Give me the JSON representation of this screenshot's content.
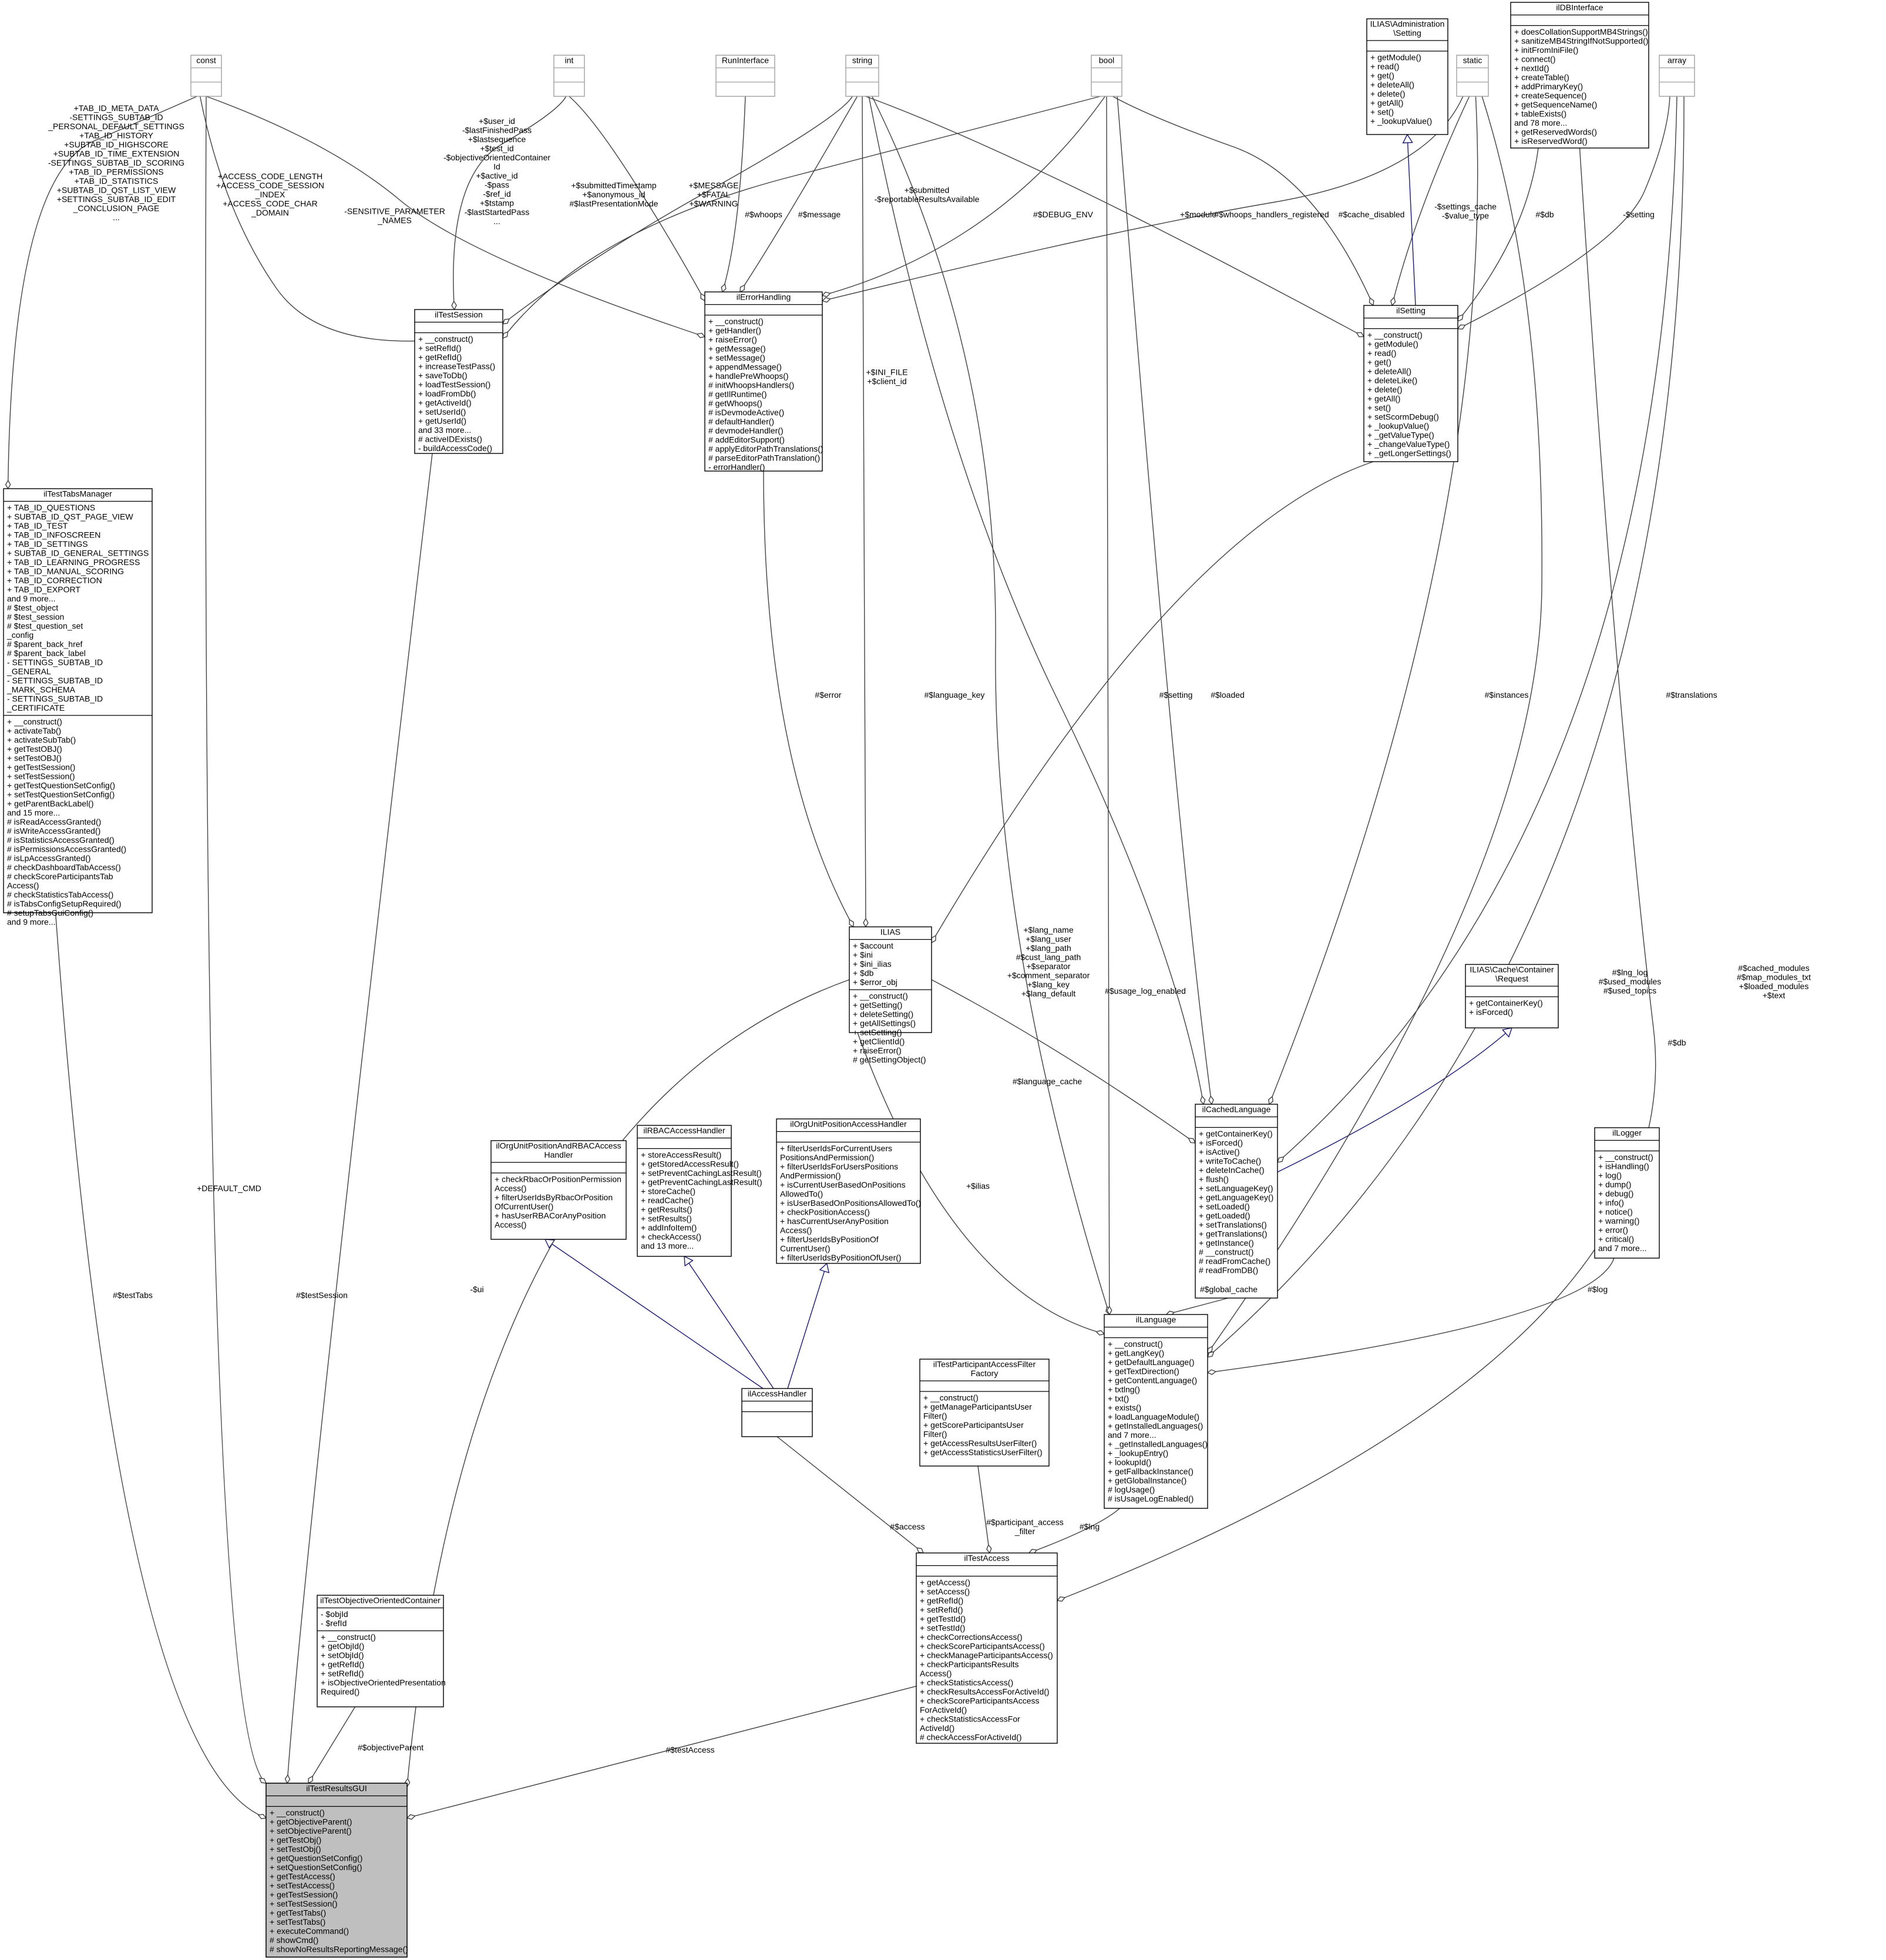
{
  "classes": [
    {
      "id": "const",
      "title": "const",
      "attrs": [],
      "methods": [],
      "stub": true
    },
    {
      "id": "int",
      "title": "int",
      "attrs": [],
      "methods": [],
      "stub": true
    },
    {
      "id": "RunInterface",
      "title": "RunInterface",
      "attrs": [],
      "methods": [],
      "stub": true
    },
    {
      "id": "string",
      "title": "string",
      "attrs": [],
      "methods": [],
      "stub": true
    },
    {
      "id": "bool",
      "title": "bool",
      "attrs": [],
      "methods": [],
      "stub": true
    },
    {
      "id": "static",
      "title": "static",
      "attrs": [],
      "methods": [],
      "stub": true
    },
    {
      "id": "array",
      "title": "array",
      "attrs": [],
      "methods": [],
      "stub": true
    },
    {
      "id": "AdminSetting",
      "title": [
        "ILIAS\\Administration",
        "\\Setting"
      ],
      "attrs": [],
      "methods": [
        "+ getModule()",
        "+ read()",
        "+ get()",
        "+ deleteAll()",
        "+ delete()",
        "+ getAll()",
        "+ set()",
        "+ _lookupValue()"
      ]
    },
    {
      "id": "ilDBInterface",
      "title": "ilDBInterface",
      "attrs": [],
      "methods": [
        "+ doesCollationSupportMB4Strings()",
        "+ sanitizeMB4StringIfNotSupported()",
        "+ initFromIniFile()",
        "+ connect()",
        "+ nextId()",
        "+ createTable()",
        "+ addPrimaryKey()",
        "+ createSequence()",
        "+ getSequenceName()",
        "+ tableExists()",
        "and 78 more...",
        "+ getReservedWords()",
        "+ isReservedWord()"
      ]
    },
    {
      "id": "ilTestSession",
      "title": "ilTestSession",
      "attrs": [],
      "methods": [
        "+ __construct()",
        "+ setRefId()",
        "+ getRefId()",
        "+ increaseTestPass()",
        "+ saveToDb()",
        "+ loadTestSession()",
        "+ loadFromDb()",
        "+ getActiveId()",
        "+ setUserId()",
        "+ getUserId()",
        "and 33 more...",
        "# activeIDExists()",
        "- buildAccessCode()"
      ]
    },
    {
      "id": "ilErrorHandling",
      "title": "ilErrorHandling",
      "attrs": [],
      "methods": [
        "+ __construct()",
        "+ getHandler()",
        "+ raiseError()",
        "+ getMessage()",
        "+ setMessage()",
        "+ appendMessage()",
        "+ handlePreWhoops()",
        "# initWhoopsHandlers()",
        "# getIlRuntime()",
        "# getWhoops()",
        "# isDevmodeActive()",
        "# defaultHandler()",
        "# devmodeHandler()",
        "# addEditorSupport()",
        "# applyEditorPathTranslations()",
        "# parseEditorPathTranslation()",
        "- errorHandler()"
      ]
    },
    {
      "id": "ilSetting",
      "title": "ilSetting",
      "attrs": [],
      "methods": [
        "+ __construct()",
        "+ getModule()",
        "+ read()",
        "+ get()",
        "+ deleteAll()",
        "+ deleteLike()",
        "+ delete()",
        "+ getAll()",
        "+ set()",
        "+ setScormDebug()",
        "+ _lookupValue()",
        "+ _getValueType()",
        "+ _changeValueType()",
        "+ _getLongerSettings()"
      ]
    },
    {
      "id": "ilTestTabsManager",
      "title": "ilTestTabsManager",
      "attrs": [
        "+ TAB_ID_QUESTIONS",
        "+ SUBTAB_ID_QST_PAGE_VIEW",
        "+ TAB_ID_TEST",
        "+ TAB_ID_INFOSCREEN",
        "+ TAB_ID_SETTINGS",
        "+ SUBTAB_ID_GENERAL_SETTINGS",
        "+ TAB_ID_LEARNING_PROGRESS",
        "+ TAB_ID_MANUAL_SCORING",
        "+ TAB_ID_CORRECTION",
        "+ TAB_ID_EXPORT",
        "and 9 more...",
        "# $test_object",
        "# $test_session",
        "# $test_question_set",
        "_config",
        "# $parent_back_href",
        "# $parent_back_label",
        "- SETTINGS_SUBTAB_ID",
        "_GENERAL",
        "- SETTINGS_SUBTAB_ID",
        "_MARK_SCHEMA",
        "- SETTINGS_SUBTAB_ID",
        "_CERTIFICATE"
      ],
      "methods": [
        "+ __construct()",
        "+ activateTab()",
        "+ activateSubTab()",
        "+ getTestOBJ()",
        "+ setTestOBJ()",
        "+ getTestSession()",
        "+ setTestSession()",
        "+ getTestQuestionSetConfig()",
        "+ setTestQuestionSetConfig()",
        "+ getParentBackLabel()",
        "and 15 more...",
        "# isReadAccessGranted()",
        "# isWriteAccessGranted()",
        "# isStatisticsAccessGranted()",
        "# isPermissionsAccessGranted()",
        "# isLpAccessGranted()",
        "# checkDashboardTabAccess()",
        "# checkScoreParticipantsTab",
        "Access()",
        "# checkStatisticsTabAccess()",
        "# isTabsConfigSetupRequired()",
        "# setupTabsGuiConfig()",
        "and 9 more..."
      ]
    },
    {
      "id": "ILIAS",
      "title": "ILIAS",
      "attrs": [
        "+ $account",
        "+ $ini",
        "+ $ini_ilias",
        "+ $db",
        "+ $error_obj"
      ],
      "methods": [
        "+ __construct()",
        "+ getSetting()",
        "+ deleteSetting()",
        "+ getAllSettings()",
        "+ setSetting()",
        "+ getClientId()",
        "+ raiseError()",
        "# getSettingObject()"
      ]
    },
    {
      "id": "CacheRequest",
      "title": [
        "ILIAS\\Cache\\Container",
        "\\Request"
      ],
      "attrs": [],
      "methods": [
        "+ getContainerKey()",
        "+ isForced()"
      ]
    },
    {
      "id": "ilCachedLanguage",
      "title": "ilCachedLanguage",
      "attrs": [],
      "methods": [
        "+ getContainerKey()",
        "+ isForced()",
        "+ isActive()",
        "+ writeToCache()",
        "+ deleteInCache()",
        "+ flush()",
        "+ setLanguageKey()",
        "+ getLanguageKey()",
        "+ setLoaded()",
        "+ getLoaded()",
        "+ setTranslations()",
        "+ getTranslations()",
        "+ getInstance()",
        "# __construct()",
        "# readFromCache()",
        "# readFromDB()"
      ]
    },
    {
      "id": "ilOrgUnitPositionAndRBACAccessHandler",
      "title": [
        "ilOrgUnitPositionAndRBACAccess",
        "Handler"
      ],
      "attrs": [],
      "methods": [
        "+ checkRbacOrPositionPermission",
        "Access()",
        "+ filterUserIdsByRbacOrPosition",
        "OfCurrentUser()",
        "+ hasUserRBACorAnyPosition",
        "Access()"
      ]
    },
    {
      "id": "ilRBACAccessHandler",
      "title": "ilRBACAccessHandler",
      "attrs": [],
      "methods": [
        "+ storeAccessResult()",
        "+ getStoredAccessResult()",
        "+ setPreventCachingLastResult()",
        "+ getPreventCachingLastResult()",
        "+ storeCache()",
        "+ readCache()",
        "+ getResults()",
        "+ setResults()",
        "+ addInfoItem()",
        "+ checkAccess()",
        "and 13 more..."
      ]
    },
    {
      "id": "ilOrgUnitPositionAccessHandler",
      "title": "ilOrgUnitPositionAccessHandler",
      "attrs": [],
      "methods": [
        "+ filterUserIdsForCurrentUsers",
        "PositionsAndPermission()",
        "+ filterUserIdsForUsersPositions",
        "AndPermission()",
        "+ isCurrentUserBasedOnPositions",
        "AllowedTo()",
        "+ isUserBasedOnPositionsAllowedTo()",
        "+ checkPositionAccess()",
        "+ hasCurrentUserAnyPosition",
        "Access()",
        "+ filterUserIdsByPositionOf",
        "CurrentUser()",
        "+ filterUserIdsByPositionOfUser()"
      ]
    },
    {
      "id": "ilLogger",
      "title": "ilLogger",
      "attrs": [],
      "methods": [
        "+ __construct()",
        "+ isHandling()",
        "+ log()",
        "+ dump()",
        "+ debug()",
        "+ info()",
        "+ notice()",
        "+ warning()",
        "+ error()",
        "+ critical()",
        "and 7 more..."
      ]
    },
    {
      "id": "ilAccessHandler",
      "title": "ilAccessHandler",
      "attrs": [],
      "methods": []
    },
    {
      "id": "ilLanguage",
      "title": "ilLanguage",
      "attrs": [],
      "methods": [
        "+ __construct()",
        "+ getLangKey()",
        "+ getDefaultLanguage()",
        "+ getTextDirection()",
        "+ getContentLanguage()",
        "+ txtlng()",
        "+ txt()",
        "+ exists()",
        "+ loadLanguageModule()",
        "+ getInstalledLanguages()",
        "and 7 more...",
        "+ _getInstalledLanguages()",
        "+ _lookupEntry()",
        "+ lookupId()",
        "+ getFallbackInstance()",
        "+ getGlobalInstance()",
        "# logUsage()",
        "# isUsageLogEnabled()"
      ]
    },
    {
      "id": "ilTestParticipantAccessFilterFactory",
      "title": [
        "ilTestParticipantAccessFilter",
        "Factory"
      ],
      "attrs": [],
      "methods": [
        "+ __construct()",
        "+ getManageParticipantsUser",
        "Filter()",
        "+ getScoreParticipantsUser",
        "Filter()",
        "+ getAccessResultsUserFilter()",
        "+ getAccessStatisticsUserFilter()"
      ]
    },
    {
      "id": "ilTestAccess",
      "title": "ilTestAccess",
      "attrs": [],
      "methods": [
        "+ getAccess()",
        "+ setAccess()",
        "+ getRefId()",
        "+ setRefId()",
        "+ getTestId()",
        "+ setTestId()",
        "+ checkCorrectionsAccess()",
        "+ checkScoreParticipantsAccess()",
        "+ checkManageParticipantsAccess()",
        "+ checkParticipantsResults",
        "Access()",
        "+ checkStatisticsAccess()",
        "+ checkResultsAccessForActiveId()",
        "+ checkScoreParticipantsAccess",
        "ForActiveId()",
        "+ checkStatisticsAccessFor",
        "ActiveId()",
        "# checkAccessForActiveId()"
      ]
    },
    {
      "id": "ilTestObjectiveOrientedContainer",
      "title": "ilTestObjectiveOrientedContainer",
      "attrs": [
        "- $objId",
        "- $refId"
      ],
      "methods": [
        "+ __construct()",
        "+ getObjId()",
        "+ setObjId()",
        "+ getRefId()",
        "+ setRefId()",
        "+ isObjectiveOrientedPresentation",
        "Required()"
      ]
    },
    {
      "id": "ilTestResultsGUI",
      "title": "ilTestResultsGUI",
      "attrs": [],
      "methods": [
        "+ __construct()",
        "+ getObjectiveParent()",
        "+ setObjectiveParent()",
        "+ getTestObj()",
        "+ setTestObj()",
        "+ getQuestionSetConfig()",
        "+ setQuestionSetConfig()",
        "+ getTestAccess()",
        "+ setTestAccess()",
        "+ getTestSession()",
        "+ setTestSession()",
        "+ getTestTabs()",
        "+ setTestTabs()",
        "+ executeCommand()",
        "# showCmd()",
        "# showNoResultsReportingMessage()"
      ]
    }
  ],
  "edge_labels": [
    {
      "id": "lbl_tabs_const",
      "lines": [
        "+TAB_ID_META_DATA",
        "-SETTINGS_SUBTAB_ID",
        "_PERSONAL_DEFAULT_SETTINGS",
        "+TAB_ID_HISTORY",
        "+SUBTAB_ID_HIGHSCORE",
        "+SUBTAB_ID_TIME_EXTENSION",
        "-SETTINGS_SUBTAB_ID_SCORING",
        "+TAB_ID_PERMISSIONS",
        "+TAB_ID_STATISTICS",
        "+SUBTAB_ID_QST_LIST_VIEW",
        "+SETTINGS_SUBTAB_ID_EDIT",
        "_CONCLUSION_PAGE",
        "..."
      ]
    },
    {
      "id": "lbl_session_const",
      "lines": [
        "+ACCESS_CODE_LENGTH",
        "+ACCESS_CODE_SESSION",
        "_INDEX",
        "+ACCESS_CODE_CHAR",
        "_DOMAIN"
      ]
    },
    {
      "id": "lbl_err_const",
      "lines": [
        "-SENSITIVE_PARAMETER",
        "_NAMES"
      ]
    },
    {
      "id": "lbl_session_int",
      "lines": [
        "+$user_id",
        "-$lastFinishedPass",
        "+$lastsequence",
        "+$test_id",
        "-$objectiveOrientedContainer",
        "Id",
        "+$active_id",
        "-$pass",
        "-$ref_id",
        "+$tstamp",
        "-$lastStartedPass",
        "..."
      ]
    },
    {
      "id": "lbl_session_string",
      "lines": [
        "+$submittedTimestamp",
        "+$anonymous_id",
        "#$lastPresentationMode"
      ]
    },
    {
      "id": "lbl_err_int",
      "lines": [
        "+$MESSAGE",
        "+$FATAL",
        "+$WARNING"
      ]
    },
    {
      "id": "lbl_err_run",
      "lines": [
        "#$whoops"
      ]
    },
    {
      "id": "lbl_err_string",
      "lines": [
        "#$message"
      ]
    },
    {
      "id": "lbl_session_bool",
      "lines": [
        "+$submitted",
        "-$reportableResultsAvailable"
      ]
    },
    {
      "id": "lbl_err_bool",
      "lines": [
        "#$DEBUG_ENV"
      ]
    },
    {
      "id": "lbl_setting_string",
      "lines": [
        "+$module"
      ]
    },
    {
      "id": "lbl_err_static",
      "lines": [
        "#$whoops_handlers_registered"
      ]
    },
    {
      "id": "lbl_setting_bool",
      "lines": [
        "#$cache_disabled"
      ]
    },
    {
      "id": "lbl_setting_static",
      "lines": [
        "-$settings_cache",
        "-$value_type"
      ]
    },
    {
      "id": "lbl_setting_db",
      "lines": [
        "#$db"
      ]
    },
    {
      "id": "lbl_setting_array",
      "lines": [
        "-$setting"
      ]
    },
    {
      "id": "lbl_ilias_string",
      "lines": [
        "+$INI_FILE",
        "+$client_id"
      ]
    },
    {
      "id": "lbl_ilias_error",
      "lines": [
        "#$error"
      ]
    },
    {
      "id": "lbl_cache_string",
      "lines": [
        "#$language_key"
      ]
    },
    {
      "id": "lbl_ilias_setting",
      "lines": [
        "#$setting"
      ]
    },
    {
      "id": "lbl_cache_bool",
      "lines": [
        "#$loaded"
      ]
    },
    {
      "id": "lbl_cache_static",
      "lines": [
        "#$instances"
      ]
    },
    {
      "id": "lbl_cache_array",
      "lines": [
        "#$translations"
      ]
    },
    {
      "id": "lbl_lang_string",
      "lines": [
        "+$lang_name",
        "+$lang_user",
        "+$lang_path",
        "#$cust_lang_path",
        "+$separator",
        "+$comment_separator",
        "+$lang_key",
        "+$lang_default"
      ]
    },
    {
      "id": "lbl_lang_bool",
      "lines": [
        "#$usage_log_enabled"
      ]
    },
    {
      "id": "lbl_lang_static",
      "lines": [
        "#$lng_log",
        "#$used_modules",
        "#$used_topics"
      ]
    },
    {
      "id": "lbl_lang_array",
      "lines": [
        "#$cached_modules",
        "#$map_modules_txt",
        "+$loaded_modules",
        "+$text"
      ]
    },
    {
      "id": "lbl_lang_cache",
      "lines": [
        "#$language_cache"
      ]
    },
    {
      "id": "lbl_lang_ilias",
      "lines": [
        "+$ilias"
      ]
    },
    {
      "id": "lbl_lang_global",
      "lines": [
        "#$global_cache"
      ]
    },
    {
      "id": "lbl_lang_log",
      "lines": [
        "#$log"
      ]
    },
    {
      "id": "lbl_access_db",
      "lines": [
        "#$db"
      ]
    },
    {
      "id": "lbl_access_access",
      "lines": [
        "#$access"
      ]
    },
    {
      "id": "lbl_access_filter",
      "lines": [
        "#$participant_access",
        "_filter"
      ]
    },
    {
      "id": "lbl_access_lng",
      "lines": [
        "#$lng"
      ]
    },
    {
      "id": "lbl_gui_tabs",
      "lines": [
        "#$testTabs"
      ]
    },
    {
      "id": "lbl_gui_const",
      "lines": [
        "+DEFAULT_CMD"
      ]
    },
    {
      "id": "lbl_gui_session",
      "lines": [
        "#$testSession"
      ]
    },
    {
      "id": "lbl_gui_ilias",
      "lines": [
        "-$ui"
      ]
    },
    {
      "id": "lbl_gui_objective",
      "lines": [
        "#$objectiveParent"
      ]
    },
    {
      "id": "lbl_gui_access",
      "lines": [
        "#$testAccess"
      ]
    }
  ],
  "colors": {
    "edge": "#404040",
    "inherit": "#191970",
    "border": "#000000",
    "stub_border": "#a0a0a0",
    "highlight": "#bfbfbf"
  }
}
